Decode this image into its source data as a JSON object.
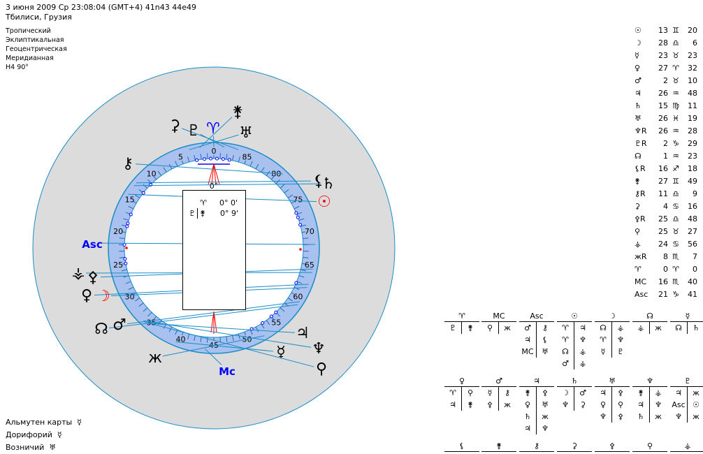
{
  "header": {
    "line1": "3 июня 2009  Ср  23:08:04 (GMT+4) 41n43  44e49",
    "line2": "Тбилиси, Грузия"
  },
  "options": [
    "Тропический",
    "Эклиптикальная",
    "Геоцентрическая",
    "Меридианная",
    "H4  90°"
  ],
  "colors": {
    "outer_ring": "#1a8cc8",
    "zodiac_band": "#a9c1ee",
    "outer_disk": "#dcdcdc",
    "accent_blue": "#0000ff",
    "accent_red": "#ff0000"
  },
  "chart": {
    "degree_labels": [
      "0",
      "5",
      "10",
      "15",
      "20",
      "25",
      "30",
      "35",
      "40",
      "45",
      "50",
      "55",
      "60",
      "65",
      "70",
      "75",
      "80",
      "85"
    ],
    "top_marker": "0°",
    "glyphs": [
      {
        "g": "⚳",
        "c": "#000"
      },
      {
        "g": "♇",
        "c": "#000"
      },
      {
        "g": "♈",
        "c": "#0000ff"
      },
      {
        "g": "⚵",
        "c": "#000"
      },
      {
        "g": "♅",
        "c": "#000"
      },
      {
        "g": "⚷",
        "c": "#000"
      },
      {
        "g": "⚸",
        "c": "#000"
      },
      {
        "g": "♄",
        "c": "#000"
      },
      {
        "g": "☉",
        "c": "#ff0000"
      },
      {
        "g": "Asc",
        "c": "#0000ff"
      },
      {
        "g": "⚶",
        "c": "#000"
      },
      {
        "g": "⚴",
        "c": "#000"
      },
      {
        "g": "♀",
        "c": "#000"
      },
      {
        "g": "☽",
        "c": "#ff0000"
      },
      {
        "g": "☊",
        "c": "#000"
      },
      {
        "g": "♂",
        "c": "#000"
      },
      {
        "g": "ж",
        "c": "#000"
      },
      {
        "g": "Mc",
        "c": "#0000ff"
      },
      {
        "g": "☿",
        "c": "#000"
      },
      {
        "g": "♃",
        "c": "#000"
      },
      {
        "g": "♆",
        "c": "#000"
      },
      {
        "g": "⚲",
        "c": "#000"
      }
    ],
    "center_box": [
      {
        "a": "♈",
        "b": "",
        "v": "0° 0'"
      },
      {
        "a": "♇",
        "b": "⚵",
        "v": "0° 9'"
      }
    ]
  },
  "positions": [
    {
      "g": "☉",
      "deg": "13",
      "sign": "♊",
      "min": "20"
    },
    {
      "g": "☽",
      "deg": "28",
      "sign": "♎",
      "min": "6"
    },
    {
      "g": "☿",
      "deg": "23",
      "sign": "♉",
      "min": "23"
    },
    {
      "g": "♀",
      "deg": "27",
      "sign": "♈",
      "min": "32"
    },
    {
      "g": "♂",
      "deg": "2",
      "sign": "♉",
      "min": "10"
    },
    {
      "g": "♃",
      "deg": "26",
      "sign": "♒",
      "min": "48"
    },
    {
      "g": "♄",
      "deg": "15",
      "sign": "♍",
      "min": "11"
    },
    {
      "g": "♅",
      "deg": "26",
      "sign": "♓",
      "min": "19"
    },
    {
      "g": "♆R",
      "deg": "26",
      "sign": "♒",
      "min": "28"
    },
    {
      "g": "♇R",
      "deg": "2",
      "sign": "♑",
      "min": "29"
    },
    {
      "g": "☊",
      "deg": "1",
      "sign": "♒",
      "min": "23"
    },
    {
      "g": "⚸R",
      "deg": "16",
      "sign": "♐",
      "min": "18"
    },
    {
      "g": "⚵",
      "deg": "27",
      "sign": "♊",
      "min": "49"
    },
    {
      "g": "⚷R",
      "deg": "11",
      "sign": "♎",
      "min": "9"
    },
    {
      "g": "⚳",
      "deg": "4",
      "sign": "♋",
      "min": "16"
    },
    {
      "g": "⚴R",
      "deg": "25",
      "sign": "♎",
      "min": "48"
    },
    {
      "g": "⚲",
      "deg": "25",
      "sign": "♉",
      "min": "27"
    },
    {
      "g": "⚶",
      "deg": "24",
      "sign": "♋",
      "min": "56"
    },
    {
      "g": "жR",
      "deg": "8",
      "sign": "♏",
      "min": "7"
    },
    {
      "g": "♈",
      "deg": "0",
      "sign": "♈",
      "min": "0"
    },
    {
      "g": "MC",
      "deg": "16",
      "sign": "♏",
      "min": "40"
    },
    {
      "g": "Asc",
      "deg": "21",
      "sign": "♑",
      "min": "41"
    }
  ],
  "tables": [
    {
      "h": "♈",
      "rows": [
        [
          "♇",
          "⚵"
        ]
      ]
    },
    {
      "h": "MC",
      "rows": [
        [
          "⚲",
          "ж"
        ]
      ]
    },
    {
      "h": "Asc",
      "rows": [
        [
          "♂",
          "⚷"
        ],
        [
          "♃",
          "⚸"
        ],
        [
          "MC",
          "♅"
        ]
      ]
    },
    {
      "h": "☉",
      "rows": [
        [
          "♈",
          "♃"
        ],
        [
          "♈",
          "♆"
        ],
        [
          "☊",
          "⚶"
        ],
        [
          "♂",
          "⚶"
        ]
      ]
    },
    {
      "h": "☽",
      "rows": [
        [
          "☊",
          "⚶"
        ],
        [
          "♈",
          "♆"
        ],
        [
          "☿",
          "♇"
        ]
      ]
    },
    {
      "h": "☊",
      "rows": [
        [
          "⚶",
          "ж"
        ]
      ]
    },
    {
      "h": "☿",
      "rows": [
        [
          "☊",
          "♄"
        ]
      ]
    },
    {
      "h": "♀",
      "rows": [
        [
          "♈",
          "⚲"
        ],
        [
          "♃",
          "⚵"
        ]
      ]
    },
    {
      "h": "♂",
      "rows": [
        [
          "☿",
          "⚷"
        ],
        [
          "⚴",
          "ж"
        ]
      ]
    },
    {
      "h": "♃",
      "rows": [
        [
          "⚵",
          "⚴"
        ],
        [
          "♀",
          "♅"
        ],
        [
          "♄",
          "ж"
        ],
        [
          "♃",
          "♆"
        ]
      ]
    },
    {
      "h": "♄",
      "rows": [
        [
          "☽",
          "♂"
        ],
        [
          "♆",
          "⚳"
        ]
      ]
    },
    {
      "h": "♅",
      "rows": [
        [
          "♃",
          "⚴"
        ],
        [
          "♀",
          "⚲"
        ],
        [
          "♆",
          "⚴"
        ]
      ]
    },
    {
      "h": "♆",
      "rows": [
        [
          "⚵",
          "⚶"
        ],
        [
          "♃",
          "♆"
        ],
        [
          "♄",
          "ж"
        ]
      ]
    },
    {
      "h": "♇",
      "rows": [
        [
          "♃",
          "ж"
        ],
        [
          "Asc",
          "☉"
        ],
        [
          "♆",
          "ж"
        ]
      ]
    },
    {
      "h": "⚸",
      "rows": []
    },
    {
      "h": "⚵",
      "rows": []
    },
    {
      "h": "⚷",
      "rows": []
    },
    {
      "h": "⚳",
      "rows": []
    },
    {
      "h": "⚴",
      "rows": []
    },
    {
      "h": "⚲",
      "rows": []
    },
    {
      "h": "⚶",
      "rows": []
    }
  ],
  "footer": [
    {
      "label": "Альмутен карты",
      "g": "☿"
    },
    {
      "label": "Дорифорий",
      "g": "☿"
    },
    {
      "label": "Возничий",
      "g": "♅"
    }
  ]
}
